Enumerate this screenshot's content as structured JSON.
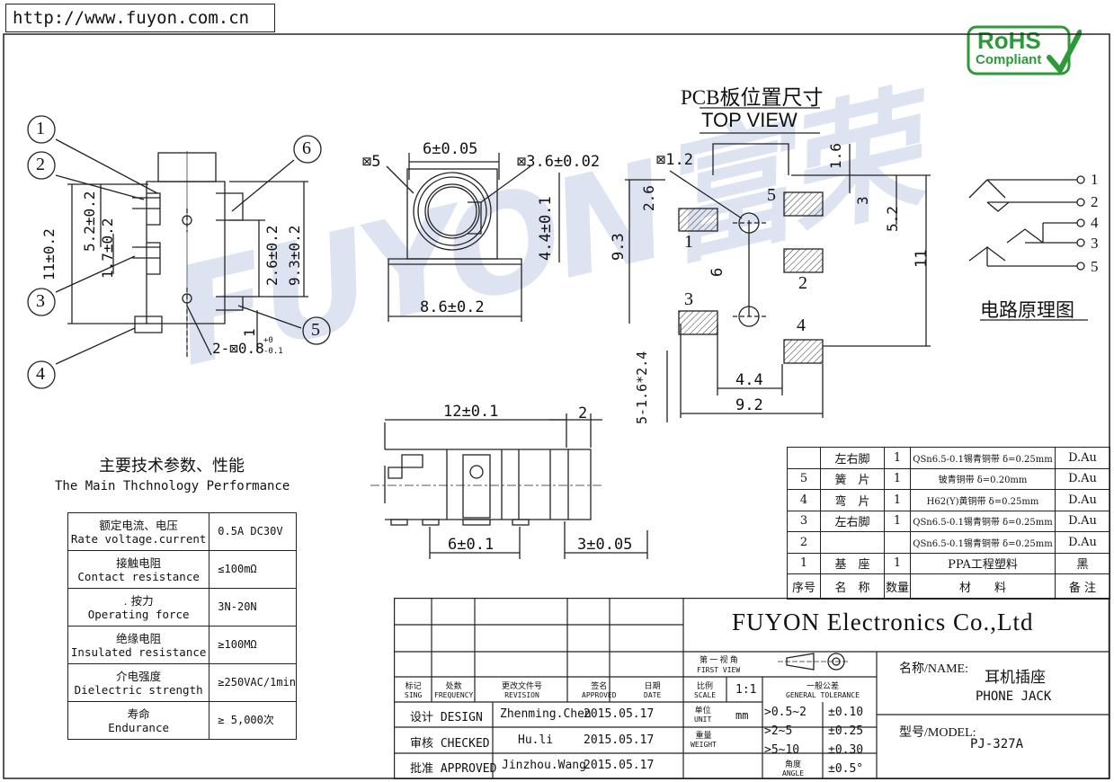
{
  "url": "http://www.fuyon.com.cn",
  "rohs": {
    "line1": "RoHS",
    "line2": "Compliant"
  },
  "watermark": "FUYON富荣",
  "side_view": {
    "callouts": [
      "1",
      "2",
      "3",
      "4",
      "5",
      "6"
    ],
    "dims": {
      "h11": "11±0.2",
      "h52": "5.2±0.2",
      "h17": "1.7±0.2",
      "h26": "2.6±0.2",
      "h93": "9.3±0.2",
      "h1": "1",
      "holes": "2-⊠0.8",
      "hole_tol_top": "+0",
      "hole_tol_bot": "-0.1"
    }
  },
  "front_view": {
    "d6": "6±0.05",
    "sq5": "⊠5",
    "sq36": "⊠3.6±0.02",
    "d44": "4.4±0.1",
    "d86": "8.6±0.2"
  },
  "top_view": {
    "title_cn": "PCB板位置尺寸",
    "title_en": "TOP VIEW",
    "sq12": "⊠1.2",
    "dims": {
      "d16": "1.6",
      "d26": "2.6",
      "d3": "3",
      "d52": "5.2",
      "d93": "9.3",
      "d6": "6",
      "d11": "11",
      "d44": "4.4",
      "d92": "9.2",
      "d5pads": "5-1.6*2.4"
    },
    "pads": [
      "1",
      "2",
      "3",
      "4",
      "5"
    ]
  },
  "circuit": {
    "pins": [
      "1",
      "2",
      "4",
      "3",
      "5"
    ],
    "label": "电路原理图"
  },
  "bottom_view": {
    "d12": "12±0.1",
    "d2": "2",
    "d6": "6±0.1",
    "d3": "3±0.05"
  },
  "performance": {
    "title_cn": "主要技术参数、性能",
    "title_en": "The Main Thchnology Performance",
    "rows": [
      {
        "cn": "额定电流、电压",
        "en": "Rate voltage.current",
        "value": "0.5A DC30V"
      },
      {
        "cn": "接触电阻",
        "en": "Contact resistance",
        "value": "≤100mΩ"
      },
      {
        "cn": ". 按力",
        "en": "Operating force",
        "value": "3N-20N"
      },
      {
        "cn": "绝缘电阻",
        "en": "Insulated resistance",
        "value": "≥100MΩ"
      },
      {
        "cn": "介电强度",
        "en": "Dielectric strength",
        "value": "≥250VAC/1min"
      },
      {
        "cn": "寿命",
        "en": "Endurance",
        "value": "≥ 5,000次"
      }
    ]
  },
  "bom": {
    "rows": [
      {
        "no": "",
        "name": "左右脚",
        "qty": "1",
        "material": "QSn6.5-0.1锡青铜带 δ=0.25mm",
        "note": "D.Au"
      },
      {
        "no": "5",
        "name": "簧　片",
        "qty": "1",
        "material": "铍青铜带 δ=0.20mm",
        "note": "D.Au"
      },
      {
        "no": "4",
        "name": "弯　片",
        "qty": "1",
        "material": "H62(Y)黄铜带 δ=0.25mm",
        "note": "D.Au"
      },
      {
        "no": "3",
        "name": "左右脚",
        "qty": "1",
        "material": "QSn6.5-0.1锡青铜带 δ=0.25mm",
        "note": "D.Au"
      },
      {
        "no": "2",
        "name": "",
        "qty": "",
        "material": "QSn6.5-0.1锡青铜带 δ=0.25mm",
        "note": "D.Au"
      },
      {
        "no": "1",
        "name": "基　座",
        "qty": "1",
        "material": "PPA工程塑料",
        "note": "黑"
      }
    ],
    "header": {
      "no": "序号",
      "name": "名　称",
      "qty": "数量",
      "material": "材　　料",
      "note": "备 注"
    }
  },
  "title_block": {
    "company": "FUYON Electronics Co.,Ltd",
    "first_view_cn": "第 一 视 角",
    "first_view_en": "FIRST VIEW",
    "headers": [
      {
        "cn": "标记",
        "en": "SING"
      },
      {
        "cn": "处数",
        "en": "FREQUENCY"
      },
      {
        "cn": "更改文件号",
        "en": "REVISION"
      },
      {
        "cn": "签名",
        "en": "APPROVED"
      },
      {
        "cn": "日期",
        "en": "DATE"
      }
    ],
    "scale_cn": "比例",
    "scale_en": "SCALE",
    "scale": "1:1",
    "tol_cn": "一般公差",
    "tol_en": "GENERAL TOLERANCE",
    "unit_cn": "单位",
    "unit_en": "UNIT",
    "unit": "mm",
    "weight_cn": "重量",
    "weight_en": "WEIGHT",
    "angle_cn": "角度",
    "angle_en": "ANGLE",
    "angle_tol": "±0.5°",
    "tolerances": [
      {
        "range": ">0.5~2",
        "tol": "±0.10"
      },
      {
        "range": ">2~5",
        "tol": "±0.25"
      },
      {
        "range": ">5~10",
        "tol": "±0.30"
      }
    ],
    "signoff": [
      {
        "role": "设计 DESIGN",
        "name": "Zhenming.Chen",
        "date": "2015.05.17"
      },
      {
        "role": "审核 CHECKED",
        "name": "Hu.li",
        "date": "2015.05.17"
      },
      {
        "role": "批准 APPROVED",
        "name": "Jinzhou.Wang",
        "date": "2015.05.17"
      }
    ],
    "name_label": "名称/NAME:",
    "name_cn": "耳机插座",
    "name_en": "PHONE JACK",
    "model_label": "型号/MODEL:",
    "model": "PJ-327A"
  }
}
